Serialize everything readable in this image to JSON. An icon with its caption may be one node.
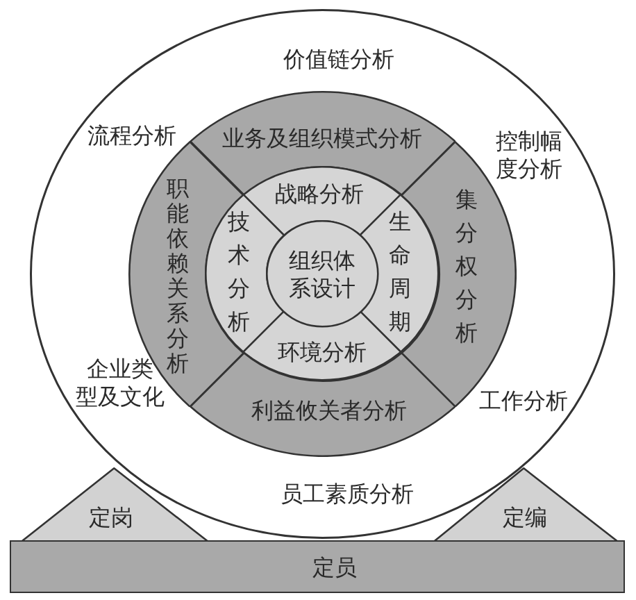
{
  "diagram": {
    "nodes": [
      {
        "text": [
          "价值链分析",
          "流程分析",
          "控制幅度分析",
          "企业类型及文化",
          "工作分析",
          "员工素质分析"
        ]
      },
      {
        "text": [
          "业务及组织模式分析"
        ],
        "in": 0
      },
      {
        "text": [
          "职能依赖关系分析"
        ],
        "in": 0
      },
      {
        "text": [
          "集分权分析"
        ],
        "in": 0
      },
      {
        "text": [
          "利益攸关者分析"
        ],
        "in": 0
      },
      {
        "text": [
          "战略分析"
        ],
        "in": 0
      },
      {
        "text": [
          "技术分析"
        ],
        "in": 0
      },
      {
        "text": [
          "生命周期"
        ],
        "in": 0
      },
      {
        "text": [
          "环境分析"
        ],
        "in": 0
      },
      {
        "text": [
          "组织体系设计"
        ],
        "in": 0
      },
      {
        "text": [
          "定岗"
        ]
      },
      {
        "text": [
          "定编"
        ]
      },
      {
        "text": [
          "定员"
        ]
      }
    ]
  }
}
